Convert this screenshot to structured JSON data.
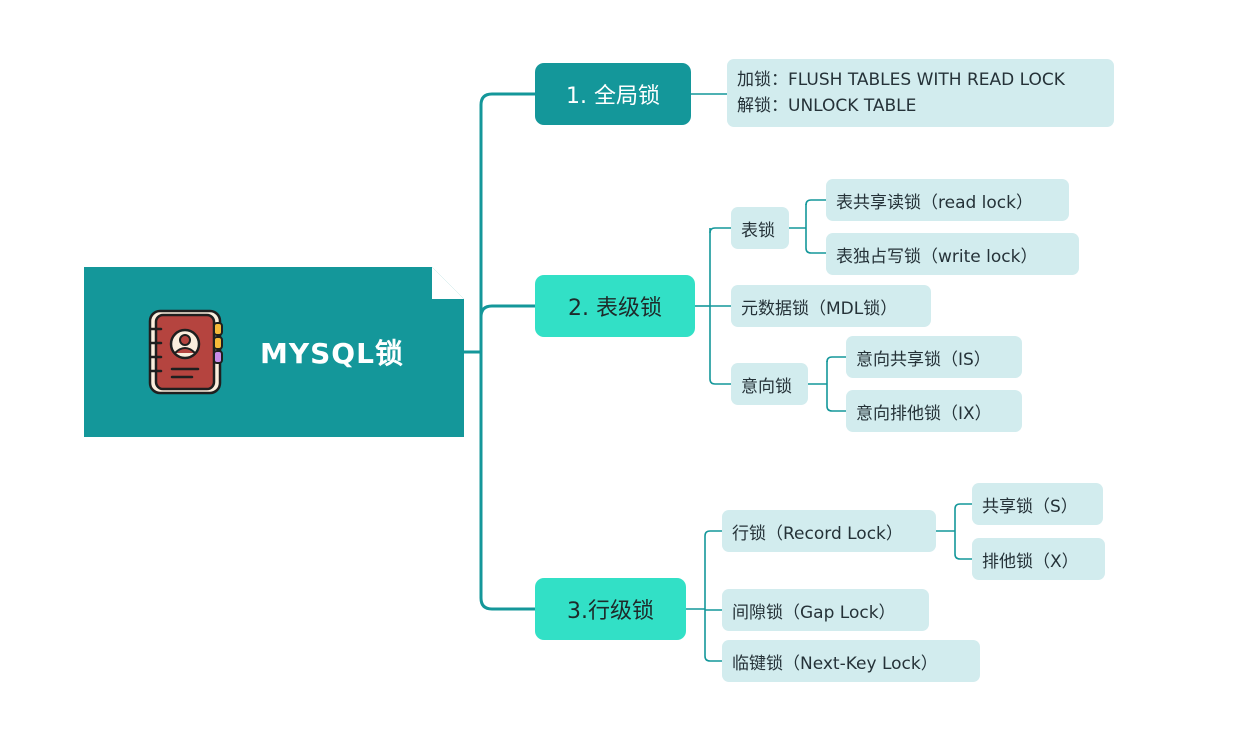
{
  "root": {
    "title": "MYSQL锁",
    "icon": "address-book-icon"
  },
  "branches": [
    {
      "label": "1. 全局锁",
      "note_lines": [
        "加锁：FLUSH TABLES WITH READ LOCK",
        "解锁：UNLOCK TABLE"
      ]
    },
    {
      "label": "2. 表级锁",
      "table_lock": {
        "label": "表锁",
        "children": [
          "表共享读锁（read lock）",
          "表独占写锁（write lock）"
        ]
      },
      "metadata_lock": "元数据锁（MDL锁）",
      "intention_lock": {
        "label": "意向锁",
        "children": [
          "意向共享锁（IS）",
          "意向排他锁（IX）"
        ]
      }
    },
    {
      "label": "3.行级锁",
      "record_lock": {
        "label": "行锁（Record Lock）",
        "children": [
          "共享锁（S）",
          "排他锁（X）"
        ]
      },
      "gap_lock": "间隙锁（Gap Lock）",
      "next_key_lock": "临键锁（Next-Key Lock）"
    }
  ],
  "colors": {
    "primary_teal": "#14979a",
    "bright_teal": "#32e0c6",
    "leaf_bg": "#d2ecee",
    "connector": "#14979a"
  }
}
